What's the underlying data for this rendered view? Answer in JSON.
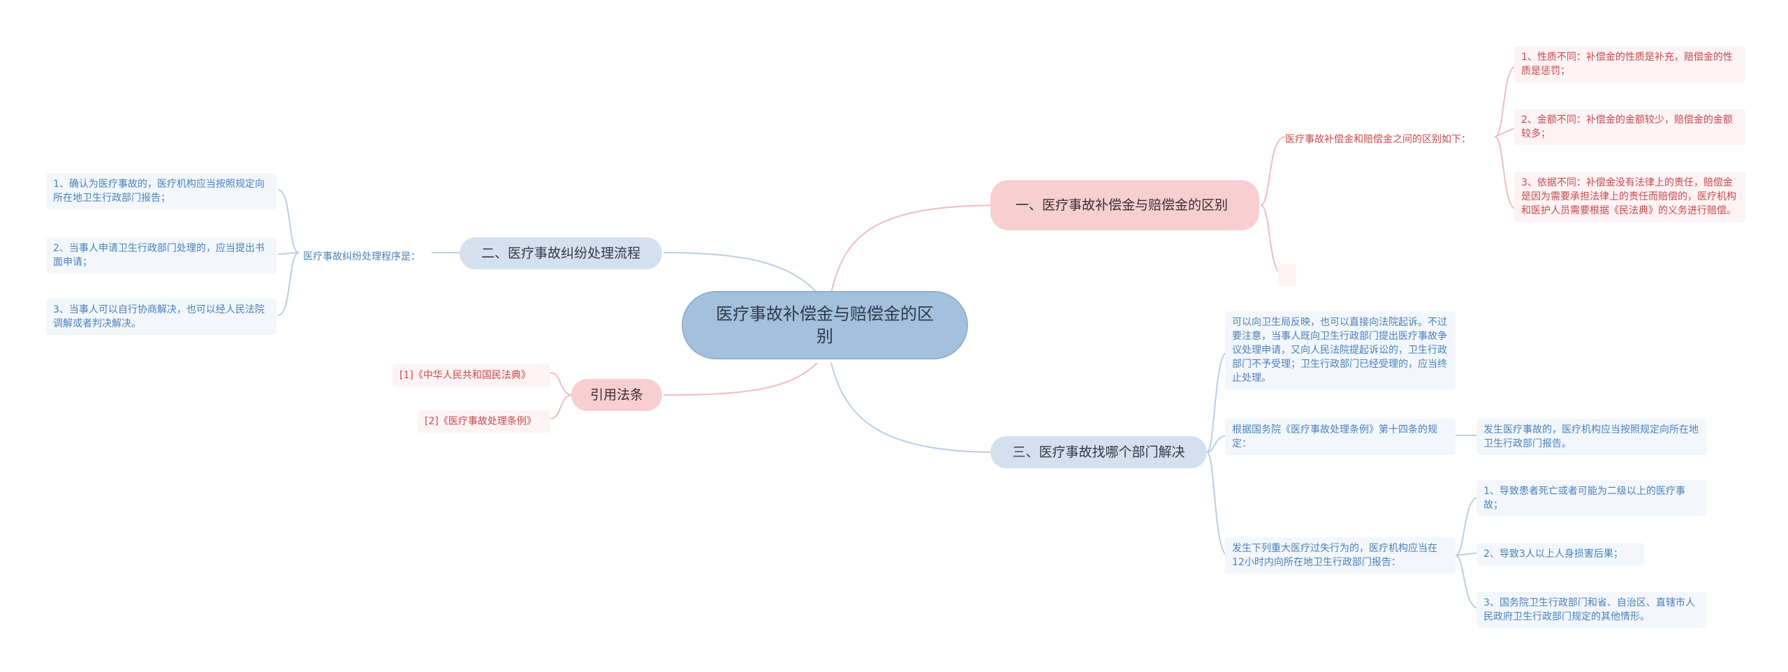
{
  "root": {
    "title": "医疗事故补偿金与赔偿金的区别"
  },
  "branch1": {
    "title": "一、医疗事故补偿金与赔偿金的区别",
    "intro": "医疗事故补偿金和赔偿金之间的区别如下：",
    "items": [
      "1、性质不同：补偿金的性质是补充，赔偿金的性质是惩罚；",
      "2、金额不同：补偿金的金额较少，赔偿金的金额较多；",
      "3、依据不同：补偿金没有法律上的责任，赔偿金是因为需要承担法律上的责任而赔偿的，医疗机构和医护人员需要根据《民法典》的义务进行赔偿。"
    ]
  },
  "branch2": {
    "title": "二、医疗事故纠纷处理流程",
    "intro": "医疗事故纠纷处理程序是：",
    "items": [
      "1、确认为医疗事故的，医疗机构应当按照规定向所在地卫生行政部门报告；",
      "2、当事人申请卫生行政部门处理的，应当提出书面申请；",
      "3、当事人可以自行协商解决，也可以经人民法院调解或者判决解决。"
    ]
  },
  "branch3": {
    "title": "三、医疗事故找哪个部门解决",
    "note1": "可以向卫生局反映，也可以直接向法院起诉。不过要注意，当事人既向卫生行政部门提出医疗事故争议处理申请，又向人民法院提起诉讼的，卫生行政部门不予受理；卫生行政部门已经受理的，应当终止处理。",
    "note2": "根据国务院《医疗事故处理条例》第十四条的规定：",
    "note2_child": "发生医疗事故的，医疗机构应当按照规定向所在地卫生行政部门报告。",
    "note3": "发生下列重大医疗过失行为的，医疗机构应当在12小时内向所在地卫生行政部门报告：",
    "note3_items": [
      "1、导致患者死亡或者可能为二级以上的医疗事故；",
      "2、导致3人以上人身损害后果；",
      "3、国务院卫生行政部门和省、自治区、直辖市人民政府卫生行政部门规定的其他情形。"
    ]
  },
  "branch4": {
    "title": "引用法条",
    "items": [
      "[1]《中华人民共和国民法典》",
      "[2]《医疗事故处理条例》"
    ]
  },
  "colors": {
    "blue_line": "#b9cfe3",
    "red_line": "#f2bcbf"
  }
}
